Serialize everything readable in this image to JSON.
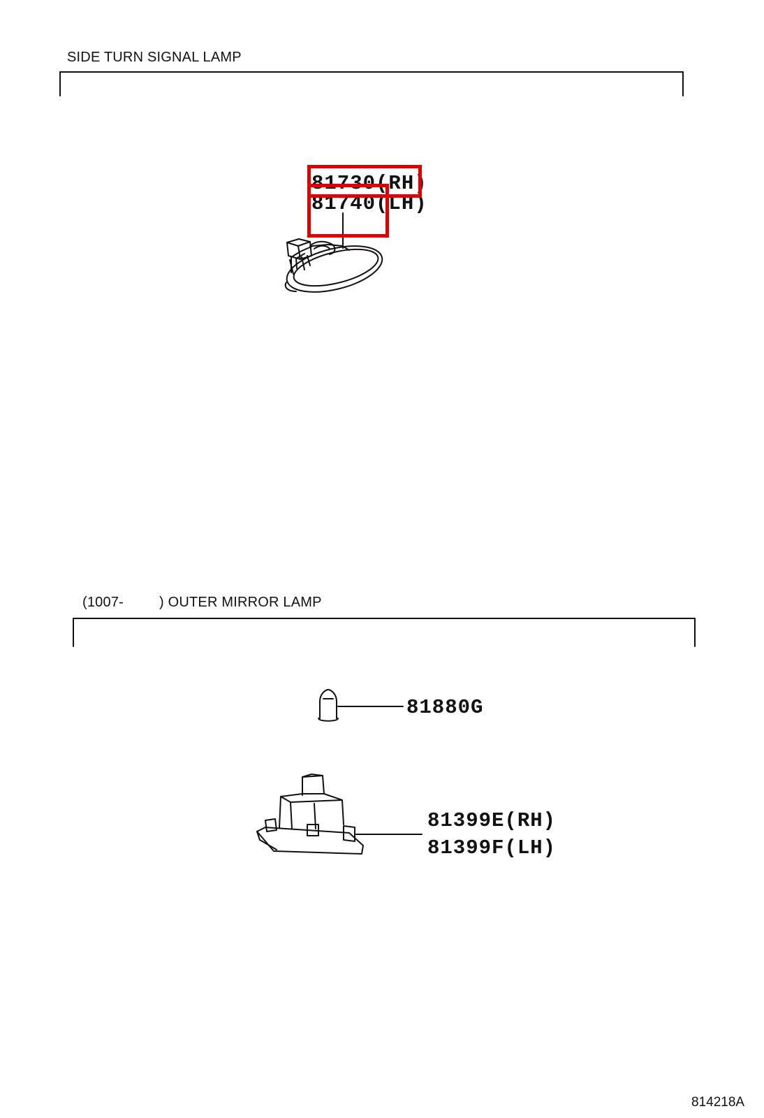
{
  "sections": [
    {
      "title": "SIDE TURN SIGNAL LAMP",
      "parts": [
        {
          "number": "81730",
          "side": "(RH)"
        },
        {
          "number": "81740",
          "side": "(LH)"
        }
      ]
    },
    {
      "title_prefix": "(1007-",
      "title_suffix": ") OUTER MIRROR LAMP",
      "parts": [
        {
          "number": "81880G",
          "side": ""
        },
        {
          "number": "81399E",
          "side": "(RH)"
        },
        {
          "number": "81399F",
          "side": "(LH)"
        }
      ]
    }
  ],
  "highlights": [
    {
      "target": "81730(RH)",
      "color": "#e00000"
    },
    {
      "target": "81740",
      "color": "#e00000"
    }
  ],
  "doc_id": "814218A"
}
